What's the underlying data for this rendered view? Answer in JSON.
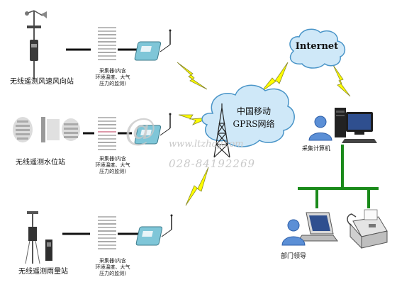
{
  "stations": [
    {
      "id": "wind",
      "label": "无线遥测风速风向站"
    },
    {
      "id": "water",
      "label": "无线遥测水位站"
    },
    {
      "id": "rain",
      "label": "无线遥测雨量站"
    }
  ],
  "collector": {
    "label": "采集器(内含\n环境温度、大气\n压力的监测)"
  },
  "network": {
    "internet": "Internet",
    "gprs_line1": "中国移动",
    "gprs_line2": "GPRS网络"
  },
  "computer": {
    "label": "采集计算机"
  },
  "department": {
    "label": "部门领导"
  },
  "watermark": {
    "line1": "www.ltzhay.com",
    "line2": "028-84192269"
  },
  "colors": {
    "cloud_fill": "#cfe8f8",
    "cloud_stroke": "#4a95c8",
    "bolt_fill": "#ffff00",
    "bolt_stroke": "#999933",
    "bus": "#1a8a1a"
  }
}
